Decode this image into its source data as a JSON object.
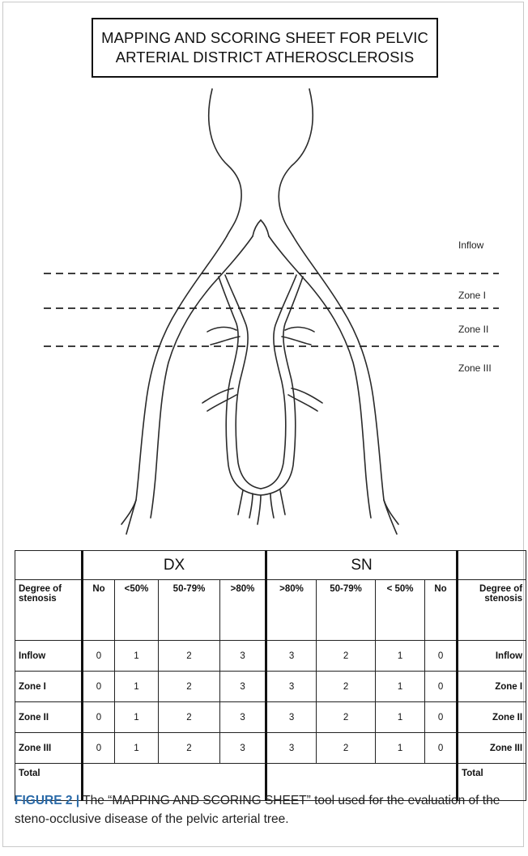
{
  "title": {
    "line1": "MAPPING AND SCORING SHEET FOR PELVIC",
    "line2": "ARTERIAL DISTRICT ATHEROSCLEROSIS"
  },
  "zones": [
    "Inflow",
    "Zone I",
    "Zone II",
    "Zone III"
  ],
  "table": {
    "side_left": "DX",
    "side_right": "SN",
    "row_header": "Degree of stenosis",
    "left_columns": [
      "No",
      "<50%",
      "50-79%",
      ">80%"
    ],
    "right_columns": [
      ">80%",
      "50-79%",
      "< 50%",
      "No"
    ],
    "rows": [
      {
        "label": "Inflow",
        "left": [
          "0",
          "1",
          "2",
          "3"
        ],
        "right": [
          "3",
          "2",
          "1",
          "0"
        ]
      },
      {
        "label": "Zone I",
        "left": [
          "0",
          "1",
          "2",
          "3"
        ],
        "right": [
          "3",
          "2",
          "1",
          "0"
        ]
      },
      {
        "label": "Zone II",
        "left": [
          "0",
          "1",
          "2",
          "3"
        ],
        "right": [
          "3",
          "2",
          "1",
          "0"
        ]
      },
      {
        "label": "Zone III",
        "left": [
          "0",
          "1",
          "2",
          "3"
        ],
        "right": [
          "3",
          "2",
          "1",
          "0"
        ]
      }
    ],
    "total_label": "Total"
  },
  "caption": {
    "label": "FIGURE 2 |",
    "text": "The “MAPPING AND SCORING SHEET” tool used for the evaluation of the steno-occlusive disease of the pelvic arterial tree."
  }
}
